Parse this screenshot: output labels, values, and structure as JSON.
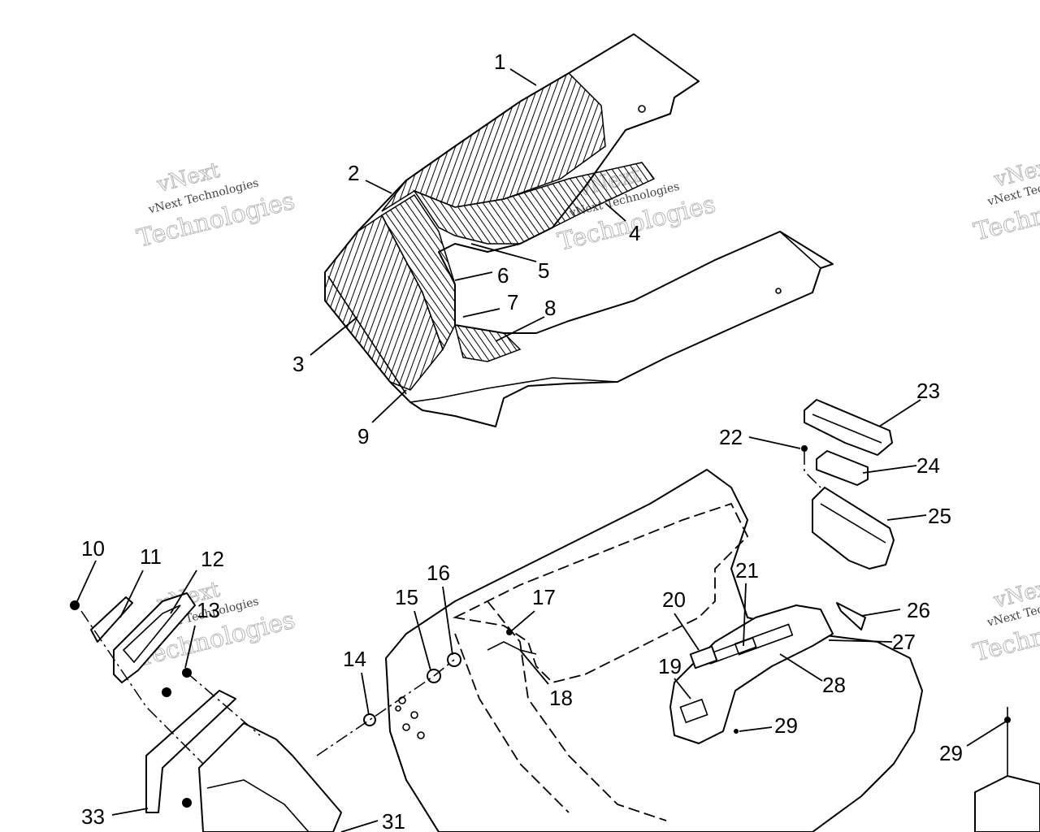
{
  "callouts": [
    {
      "id": "1",
      "label": "1"
    },
    {
      "id": "2",
      "label": "2"
    },
    {
      "id": "3",
      "label": "3"
    },
    {
      "id": "4",
      "label": "4"
    },
    {
      "id": "5",
      "label": "5"
    },
    {
      "id": "6",
      "label": "6"
    },
    {
      "id": "7",
      "label": "7"
    },
    {
      "id": "8",
      "label": "8"
    },
    {
      "id": "9",
      "label": "9"
    },
    {
      "id": "10",
      "label": "10"
    },
    {
      "id": "11",
      "label": "11"
    },
    {
      "id": "12",
      "label": "12"
    },
    {
      "id": "13",
      "label": "13"
    },
    {
      "id": "14",
      "label": "14"
    },
    {
      "id": "15",
      "label": "15"
    },
    {
      "id": "16",
      "label": "16"
    },
    {
      "id": "17",
      "label": "17"
    },
    {
      "id": "18",
      "label": "18"
    },
    {
      "id": "19",
      "label": "19"
    },
    {
      "id": "20",
      "label": "20"
    },
    {
      "id": "21",
      "label": "21"
    },
    {
      "id": "22",
      "label": "22"
    },
    {
      "id": "23",
      "label": "23"
    },
    {
      "id": "24",
      "label": "24"
    },
    {
      "id": "25",
      "label": "25"
    },
    {
      "id": "26",
      "label": "26"
    },
    {
      "id": "27",
      "label": "27"
    },
    {
      "id": "28",
      "label": "28"
    },
    {
      "id": "29",
      "label": "29"
    },
    {
      "id": "29b",
      "label": "29"
    },
    {
      "id": "31",
      "label": "31"
    },
    {
      "id": "33",
      "label": "33"
    }
  ],
  "watermark": {
    "brand": "vNext",
    "company": "vNext Technologies",
    "word": "Technologies"
  }
}
